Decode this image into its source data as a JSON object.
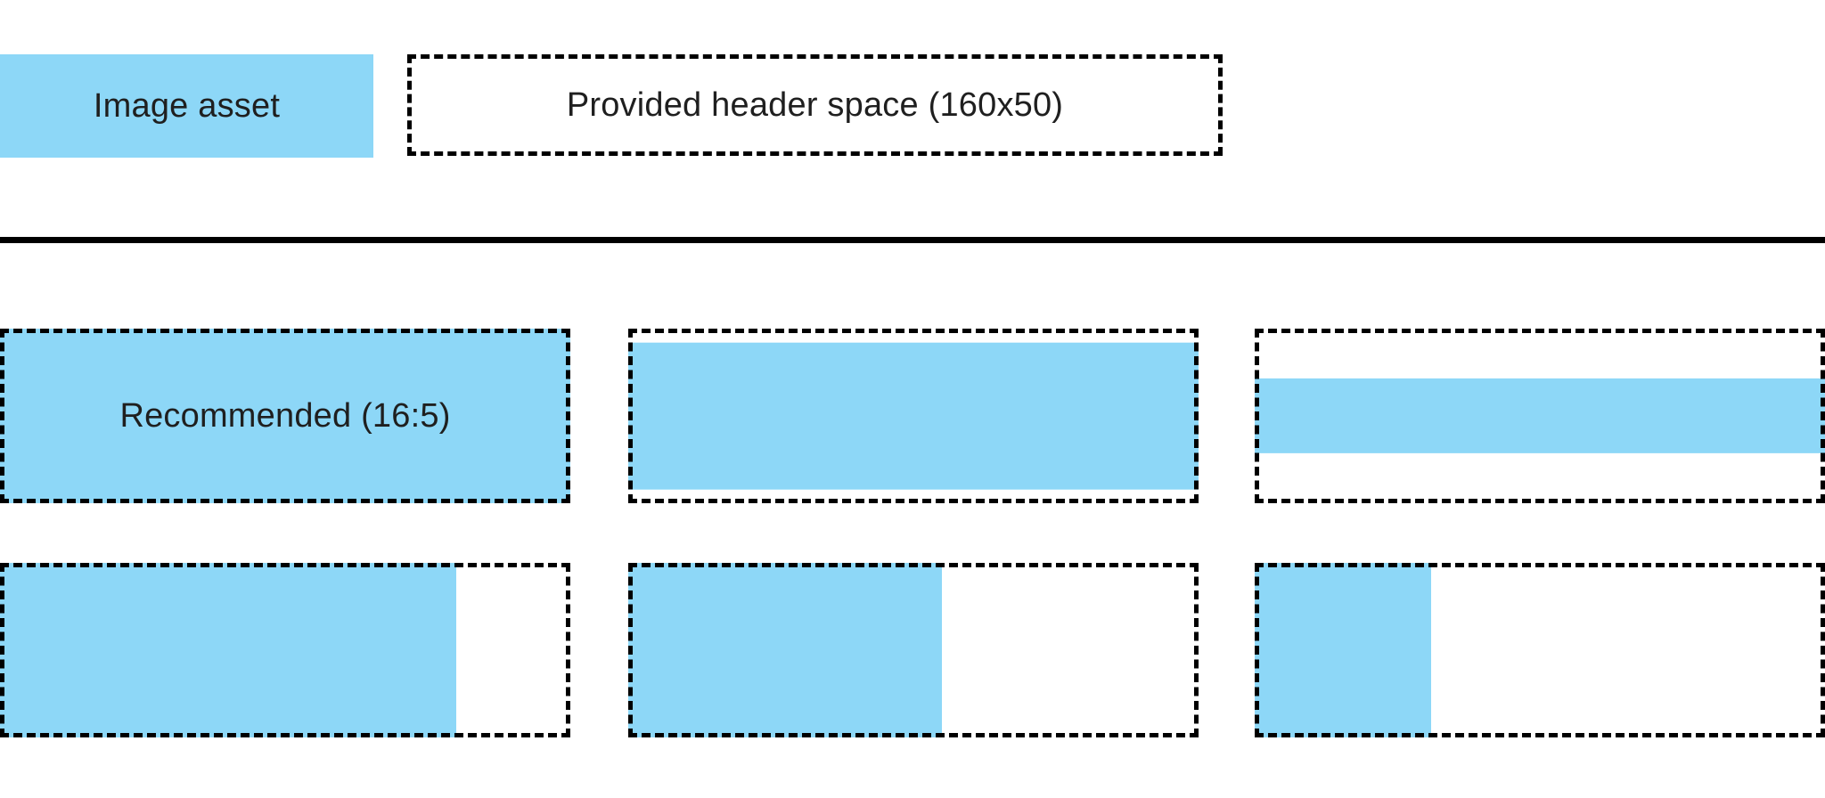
{
  "colors": {
    "asset_blue": "#8DD7F7",
    "dash_border": "#000000",
    "divider": "#000000",
    "text": "#1f1f1f",
    "background": "#ffffff"
  },
  "legend": {
    "asset_swatch_label": "Image asset",
    "header_space_label": "Provided header space (160x50)"
  },
  "examples": [
    {
      "label": "Recommended (16:5)",
      "fill_width_pct": 100,
      "fill_height_pct": 100,
      "h_align": "left",
      "v_align": "middle"
    },
    {
      "label": "",
      "fill_width_pct": 100,
      "fill_height_pct": 84,
      "h_align": "left",
      "v_align": "middle"
    },
    {
      "label": "",
      "fill_width_pct": 100,
      "fill_height_pct": 43,
      "h_align": "left",
      "v_align": "middle"
    },
    {
      "label": "",
      "fill_width_pct": 80,
      "fill_height_pct": 100,
      "h_align": "left",
      "v_align": "top"
    },
    {
      "label": "",
      "fill_width_pct": 55,
      "fill_height_pct": 100,
      "h_align": "left",
      "v_align": "top"
    },
    {
      "label": "",
      "fill_width_pct": 31,
      "fill_height_pct": 100,
      "h_align": "left",
      "v_align": "top"
    }
  ]
}
